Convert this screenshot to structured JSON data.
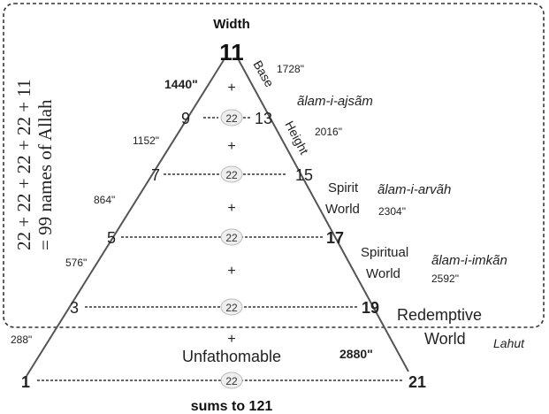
{
  "width_label": "Width",
  "apex_number": "11",
  "side_labels": {
    "base": "Base",
    "height": "Height"
  },
  "vertical_equation": "22 + 22 + 22 + 22 + 11 = 99 names of Allah",
  "plus_sign": "+",
  "middle_value": "22",
  "left_numbers": [
    "9",
    "7",
    "5",
    "3",
    "1"
  ],
  "right_numbers": [
    "13",
    "15",
    "17",
    "19",
    "21"
  ],
  "left_inches": [
    "1440\"",
    "1152\"",
    "864\"",
    "576\"",
    "288\""
  ],
  "right_inches": [
    "1728\"",
    "2016\"",
    "2304\"",
    "2592\"",
    "2880\""
  ],
  "worlds": {
    "ajsam": "ãlam-i-ajsãm",
    "spirit": "Spirit",
    "spirit_world": "World",
    "arvah": "ãlam-i-arvãh",
    "spiritual": "Spiritual",
    "spiritual_world": "World",
    "imkan": "ãlam-i-imkãn",
    "redemptive": "Redemptive",
    "redemptive_world": "World",
    "lahut": "Lahut",
    "unfathomable": "Unfathomable"
  },
  "footer": "sums to 121"
}
